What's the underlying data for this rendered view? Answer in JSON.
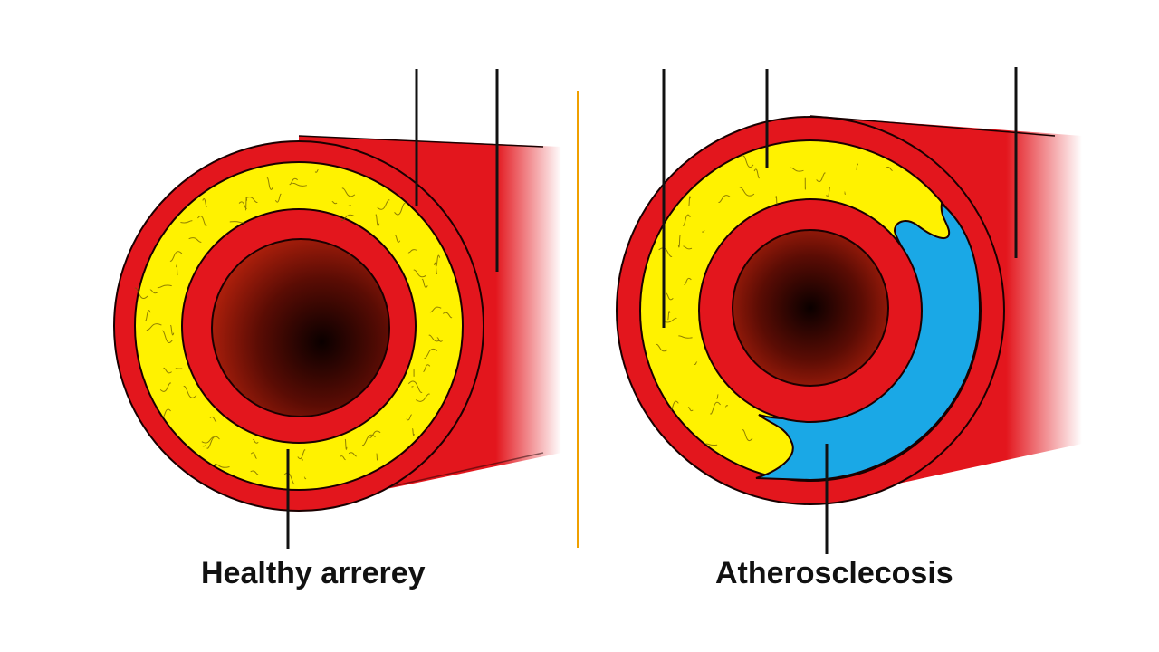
{
  "panels": [
    {
      "id": "healthy",
      "label": "Healthy arrerey"
    },
    {
      "id": "diseased",
      "label": "Atheroscleсosis"
    }
  ],
  "colors": {
    "outer_wall": "#e3161d",
    "wall_stroke": "#1a0000",
    "middle_layer": "#fff200",
    "lumen_center": "#0a0000",
    "lumen_edge": "#b0200c",
    "plaque": "#1aa8e6",
    "divider": "#f0a000",
    "leader_line": "#111111"
  }
}
